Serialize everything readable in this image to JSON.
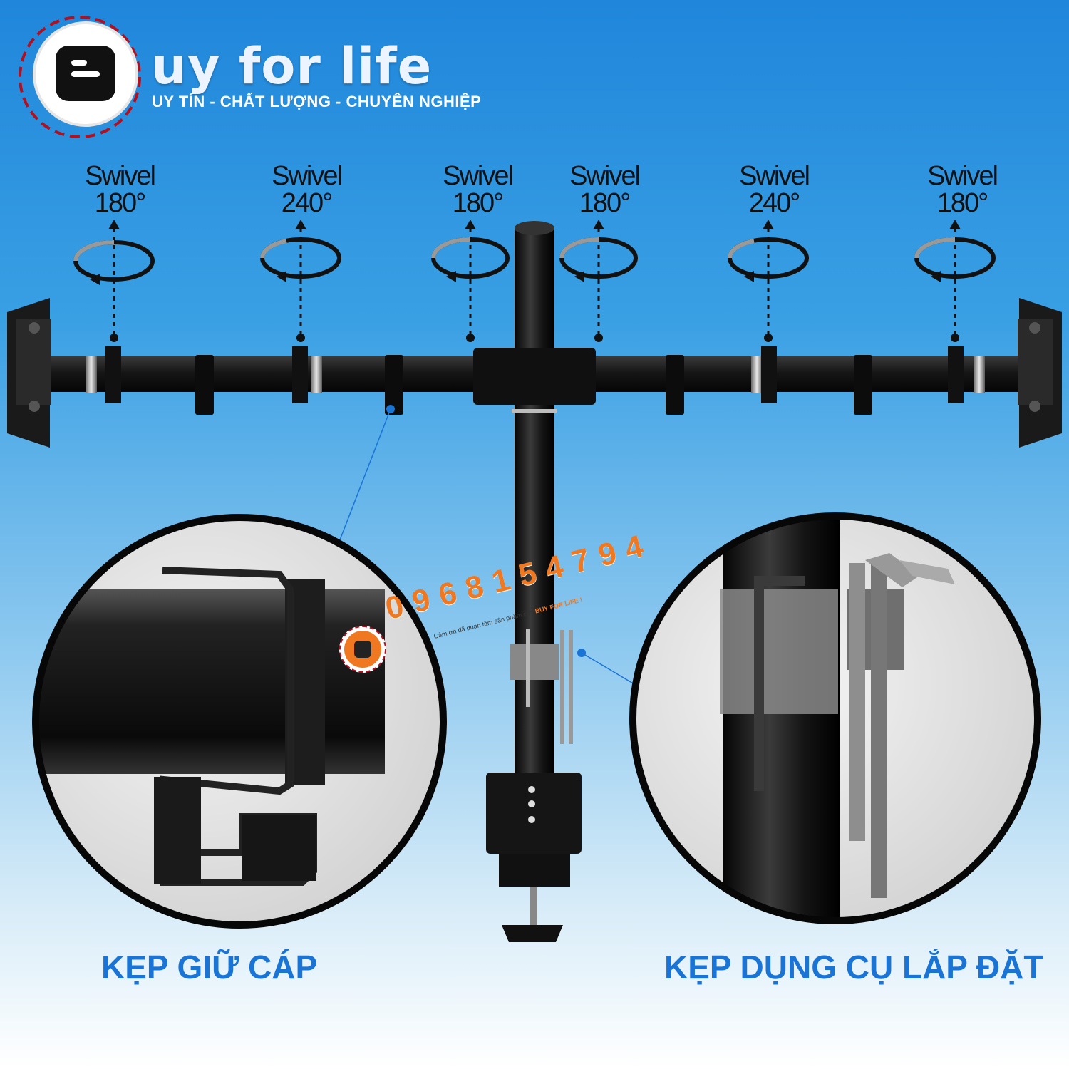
{
  "brand": {
    "name": "uy for life",
    "tagline": "UY TÍN - CHẤT LƯỢNG - CHUYÊN NGHIỆP",
    "logo_icon": "blogger-b-icon",
    "accent_color": "#1a74d6",
    "logo_ring_color": "#b01020"
  },
  "swivels": [
    {
      "label": "Swivel",
      "angle": "180°"
    },
    {
      "label": "Swivel",
      "angle": "240°"
    },
    {
      "label": "Swivel",
      "angle": "180°"
    },
    {
      "label": "Swivel",
      "angle": "180°"
    },
    {
      "label": "Swivel",
      "angle": "240°"
    },
    {
      "label": "Swivel",
      "angle": "180°"
    }
  ],
  "phone": {
    "number": "0968154794",
    "note_prefix": "Cảm ơn đã quan tâm sản phẩm của",
    "note_brand": "BUY FOR LIFE !",
    "color": "#f07820"
  },
  "captions": {
    "left": "KẸP GIỮ CÁP",
    "right": "KẸP DỤNG CỤ LẮP ĐẶT"
  }
}
